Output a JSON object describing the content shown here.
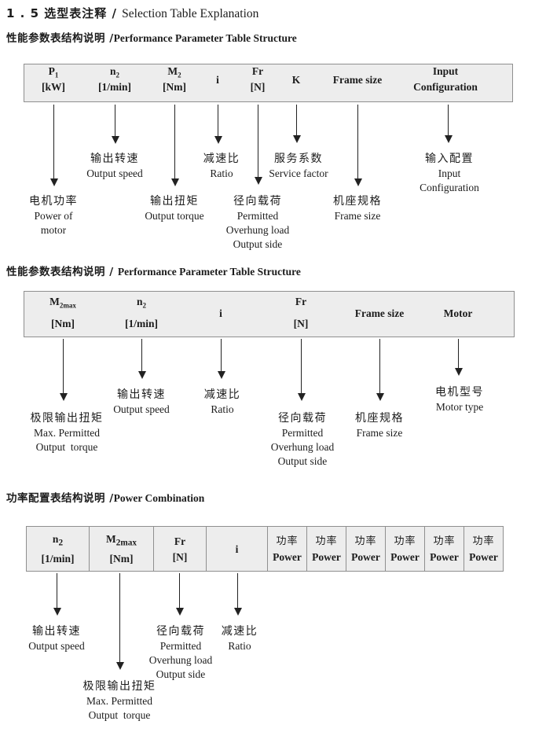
{
  "title": {
    "zh": "1 . 5 选型表注释 / ",
    "en": "Selection Table Explanation"
  },
  "colors": {
    "page_bg": "#ffffff",
    "table_fill": "#ededed",
    "table_border": "#8f8f8f",
    "text": "#1c1c1c"
  },
  "sections": [
    {
      "heading_zh": "性能参数表结构说明 /",
      "heading_en": "Performance Parameter Table Structure",
      "columns": [
        {
          "base": "P",
          "sub": "1",
          "unit": "[kW]"
        },
        {
          "base": "n",
          "sub": "2",
          "unit": "[1/min]"
        },
        {
          "base": "M",
          "sub": "2",
          "unit": "[Nm]"
        },
        {
          "label": "i"
        },
        {
          "base": "Fr",
          "unit": "[N]"
        },
        {
          "label": "K"
        },
        {
          "label": "Frame size"
        },
        {
          "line1": "Input",
          "line2": "Configuration"
        }
      ],
      "callouts": [
        {
          "lines": [
            "电机功率",
            "Power of",
            "motor"
          ]
        },
        {
          "lines": [
            "输出转速",
            "Output speed"
          ]
        },
        {
          "lines": [
            "输出扭矩",
            "Output torque"
          ]
        },
        {
          "lines": [
            "减速比",
            "Ratio"
          ]
        },
        {
          "lines": [
            "径向载荷",
            "Permitted",
            "Overhung load",
            "Output side"
          ]
        },
        {
          "lines": [
            "服务系数",
            "Service factor"
          ]
        },
        {
          "lines": [
            "机座规格",
            "Frame size"
          ]
        },
        {
          "lines": [
            "输入配置",
            "Input",
            "Configuration"
          ]
        }
      ]
    },
    {
      "heading_zh": "性能参数表结构说明 / ",
      "heading_en": "Performance Parameter Table Structure",
      "columns": [
        {
          "base": "M",
          "sub": "2max",
          "unit": "[Nm]"
        },
        {
          "base": "n",
          "sub": "2",
          "unit": "[1/min]"
        },
        {
          "label": "i"
        },
        {
          "base": "Fr",
          "unit": "[N]"
        },
        {
          "label": "Frame size"
        },
        {
          "label": "Motor"
        }
      ],
      "callouts": [
        {
          "lines": [
            "极限输出扭矩",
            "Max. Permitted",
            "Output  torque"
          ]
        },
        {
          "lines": [
            "输出转速",
            "Output speed"
          ]
        },
        {
          "lines": [
            "减速比",
            "Ratio"
          ]
        },
        {
          "lines": [
            "径向载荷",
            "Permitted",
            "Overhung load",
            "Output side"
          ]
        },
        {
          "lines": [
            "机座规格",
            "Frame size"
          ]
        },
        {
          "lines": [
            "电机型号",
            "Motor type"
          ]
        }
      ]
    },
    {
      "heading_zh": "功率配置表结构说明 /",
      "heading_en": "Power Combination",
      "columns": [
        {
          "base": "n",
          "sub": "2",
          "unit": "[1/min]"
        },
        {
          "base": "M",
          "sub": "2max",
          "unit": "[Nm]"
        },
        {
          "base": "Fr",
          "unit": "[N]"
        },
        {
          "label": "i"
        }
      ],
      "power_columns": [
        {
          "zh": "功率",
          "en": "Power"
        },
        {
          "zh": "功率",
          "en": "Power"
        },
        {
          "zh": "功率",
          "en": "Power"
        },
        {
          "zh": "功率",
          "en": "Power"
        },
        {
          "zh": "功率",
          "en": "Power"
        },
        {
          "zh": "功率",
          "en": "Power"
        }
      ],
      "callouts": [
        {
          "lines": [
            "输出转速",
            "Output speed"
          ]
        },
        {
          "lines": [
            "极限输出扭矩",
            "Max. Permitted",
            "Output  torque"
          ]
        },
        {
          "lines": [
            "径向载荷",
            "Permitted",
            "Overhung load",
            "Output side"
          ]
        },
        {
          "lines": [
            "减速比",
            "Ratio"
          ]
        }
      ]
    }
  ]
}
